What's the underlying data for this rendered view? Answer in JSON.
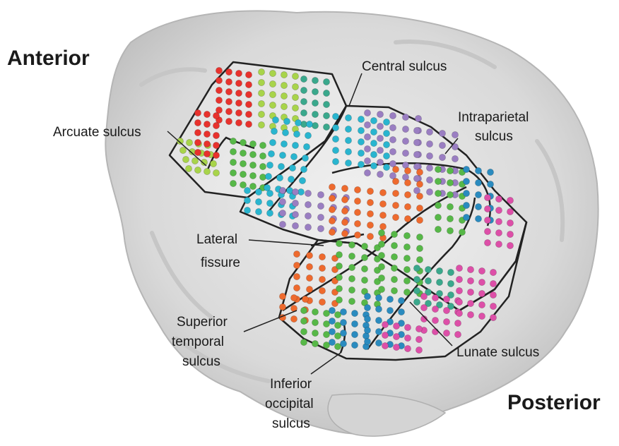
{
  "orientation": {
    "anterior": "Anterior",
    "posterior": "Posterior"
  },
  "labels": {
    "arcuate": "Arcuate sulcus",
    "central": "Central sulcus",
    "intraparietal_1": "Intraparietal",
    "intraparietal_2": "sulcus",
    "lateral_1": "Lateral",
    "lateral_2": "fissure",
    "superior_temporal_1": "Superior",
    "superior_temporal_2": "temporal",
    "superior_temporal_3": "sulcus",
    "inferior_occipital_1": "Inferior",
    "inferior_occipital_2": "occipital",
    "inferior_occipital_3": "sulcus",
    "lunate": "Lunate sulcus"
  },
  "colors": {
    "red": "#e8322d",
    "lime": "#a8d44a",
    "green": "#57b848",
    "teal": "#3aa88c",
    "cyan": "#29b5cf",
    "purple": "#9a7ec2",
    "orange": "#ee6a2e",
    "blue": "#2a8bbf",
    "pink": "#dd4fa8",
    "outline": "#222222",
    "brain": "#dcdcdc"
  }
}
